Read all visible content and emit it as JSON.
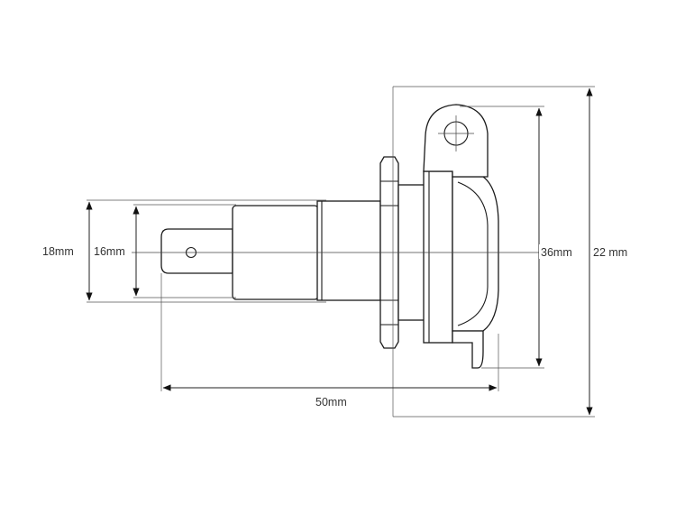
{
  "dimensions": {
    "d18": "18mm",
    "d16": "16mm",
    "d36": "36mm",
    "d22": "22 mm",
    "d50": "50mm"
  },
  "colors": {
    "line": "#1a1a1a",
    "background": "#ffffff"
  }
}
